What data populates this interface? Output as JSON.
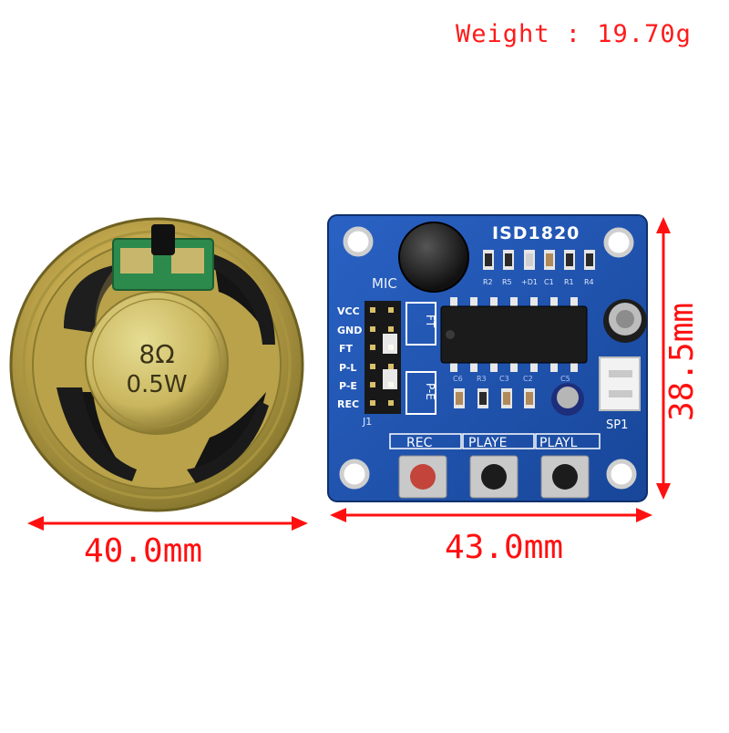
{
  "weight_label": "Weight : 19.70g",
  "dimensions": {
    "speaker_width": "40.0mm",
    "board_width": "43.0mm",
    "board_height": "38.5mm"
  },
  "speaker": {
    "impedance": "8Ω",
    "power": "0.5W"
  },
  "board": {
    "title": "ISD1820",
    "mic_label": "MIC",
    "header_pins": [
      "VCC",
      "GND",
      "FT",
      "P-L",
      "P-E",
      "REC"
    ],
    "jumper_labels": [
      "FT",
      "P-E"
    ],
    "connector_label": "J1",
    "speaker_port_label": "SP1",
    "button_labels": [
      "REC",
      "PLAYE",
      "PLAYL"
    ],
    "component_labels": [
      "R2",
      "R5",
      "+D1",
      "C1",
      "R1",
      "R4"
    ],
    "lower_component_labels": [
      "C6",
      "R3",
      "C3",
      "C2",
      "C5"
    ]
  },
  "colors": {
    "annotation": "#ff1a1a",
    "pcb": "#1f55b8",
    "speaker_rim": "#c9b35a"
  }
}
